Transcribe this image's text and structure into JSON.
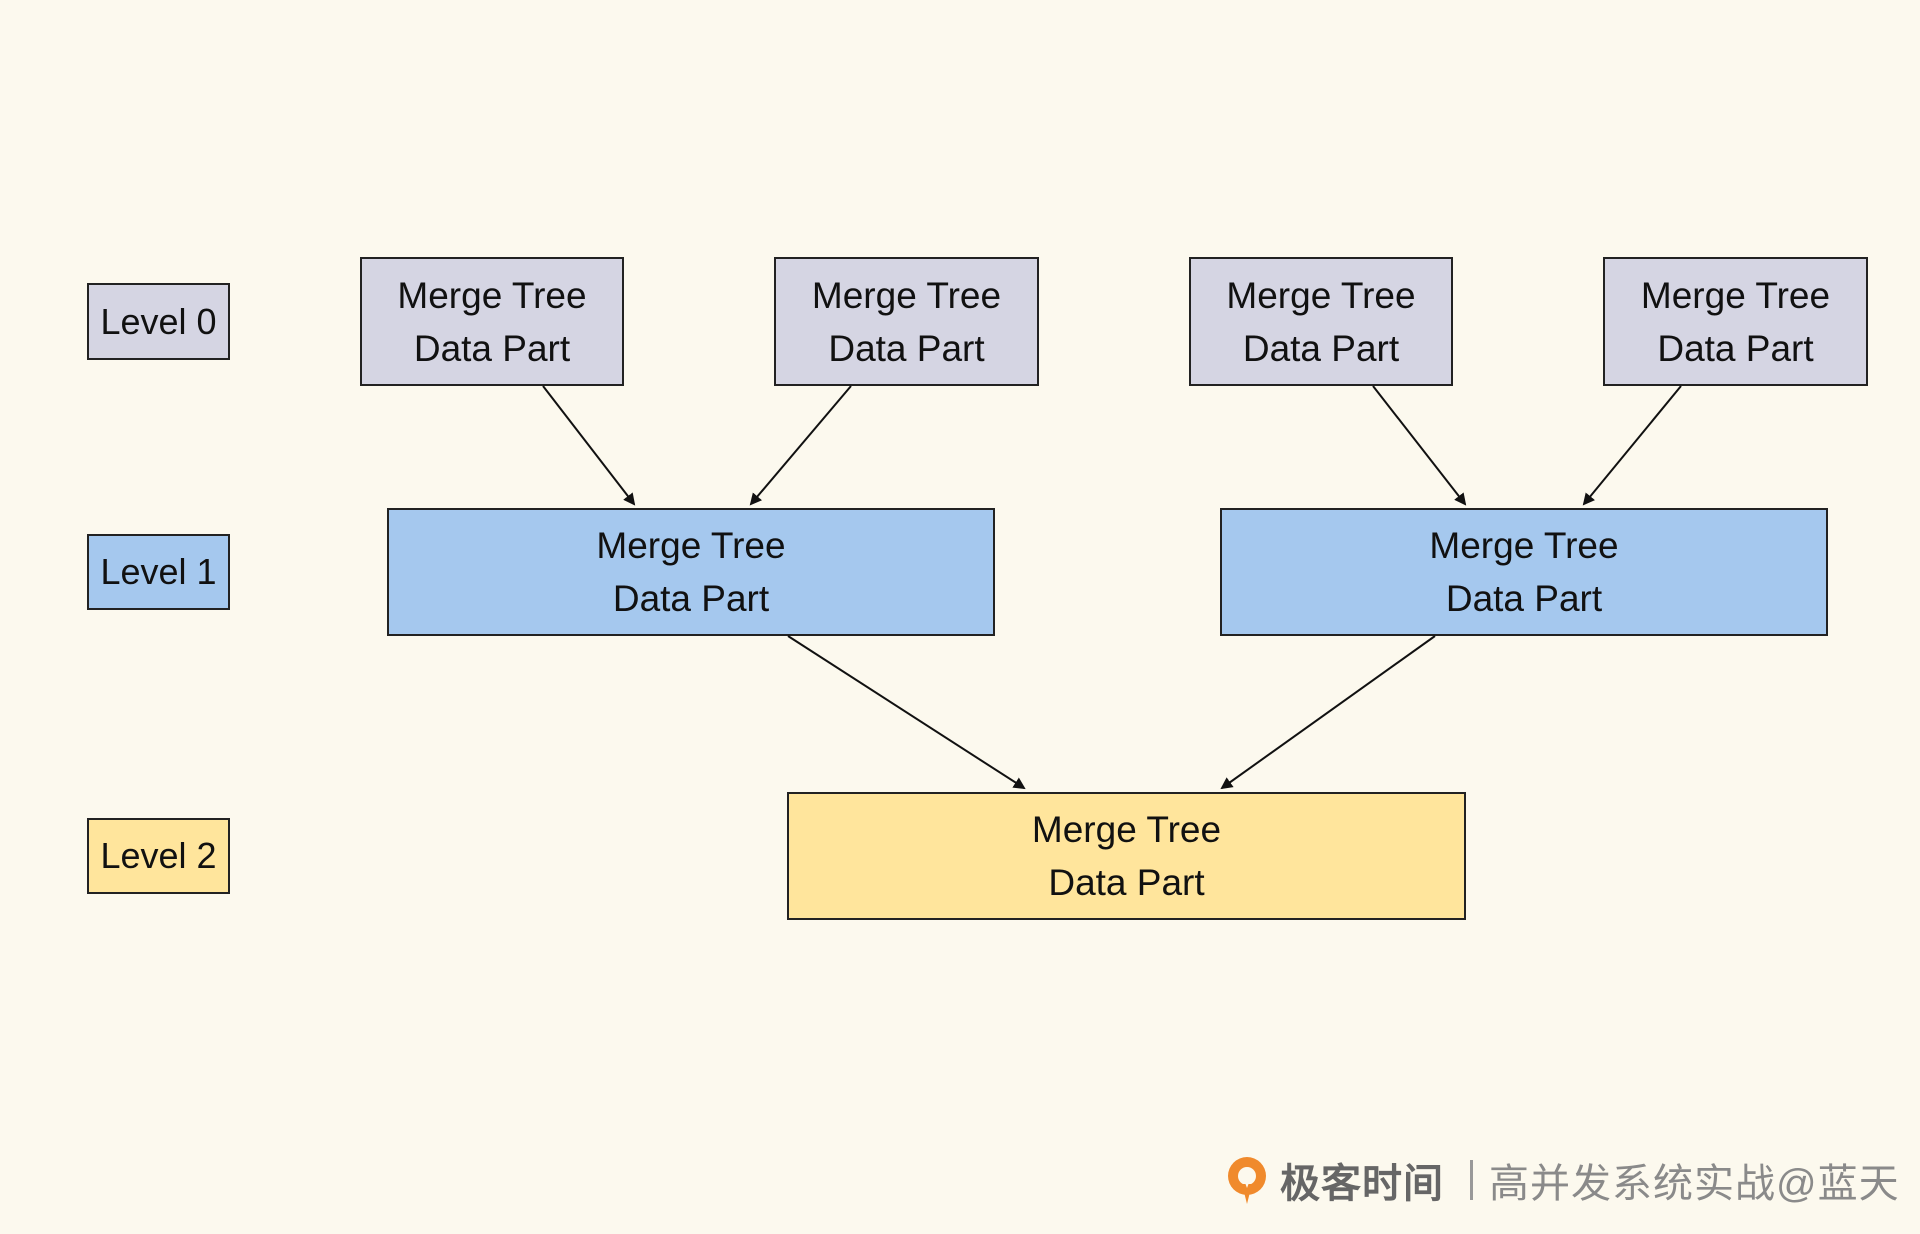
{
  "levels": [
    {
      "label": "Level 0",
      "color": "#d5d5e3"
    },
    {
      "label": "Level 1",
      "color": "#a5c8ee"
    },
    {
      "label": "Level 2",
      "color": "#ffe59c"
    }
  ],
  "parts": {
    "level0": [
      {
        "line1": "Merge Tree",
        "line2": "Data Part"
      },
      {
        "line1": "Merge Tree",
        "line2": "Data Part"
      },
      {
        "line1": "Merge Tree",
        "line2": "Data Part"
      },
      {
        "line1": "Merge Tree",
        "line2": "Data Part"
      }
    ],
    "level1": [
      {
        "line1": "Merge Tree",
        "line2": "Data Part"
      },
      {
        "line1": "Merge Tree",
        "line2": "Data Part"
      }
    ],
    "level2": [
      {
        "line1": "Merge Tree",
        "line2": "Data Part"
      }
    ]
  },
  "edges": [
    {
      "from": "level0.0",
      "to": "level1.0"
    },
    {
      "from": "level0.1",
      "to": "level1.0"
    },
    {
      "from": "level0.2",
      "to": "level1.1"
    },
    {
      "from": "level0.3",
      "to": "level1.1"
    },
    {
      "from": "level1.0",
      "to": "level2.0"
    },
    {
      "from": "level1.1",
      "to": "level2.0"
    }
  ],
  "watermark": {
    "brand": "极客时间",
    "course": "高并发系统实战@蓝天",
    "icon": "geektime-logo-icon",
    "accent": "#f08a2c"
  }
}
